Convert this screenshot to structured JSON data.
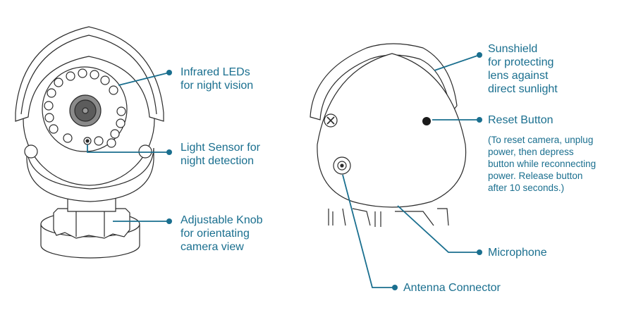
{
  "colors": {
    "accent": "#1a6f8f",
    "outline": "#2b2b2b"
  },
  "callouts": {
    "infrared_leds": [
      "Infrared LEDs",
      "for night vision"
    ],
    "light_sensor": [
      "Light Sensor for",
      "night detection"
    ],
    "adjustable_knob": [
      "Adjustable Knob",
      "for orientating",
      "camera view"
    ],
    "sunshield": [
      "Sunshield",
      "for protecting",
      "lens against",
      "direct sunlight"
    ],
    "reset_button": "Reset Button",
    "reset_note": [
      "(To reset camera, unplug",
      "power, then depress",
      "button while reconnecting",
      "power. Release button",
      "after 10 seconds.)"
    ],
    "microphone": "Microphone",
    "antenna_connector": "Antenna Connector"
  }
}
